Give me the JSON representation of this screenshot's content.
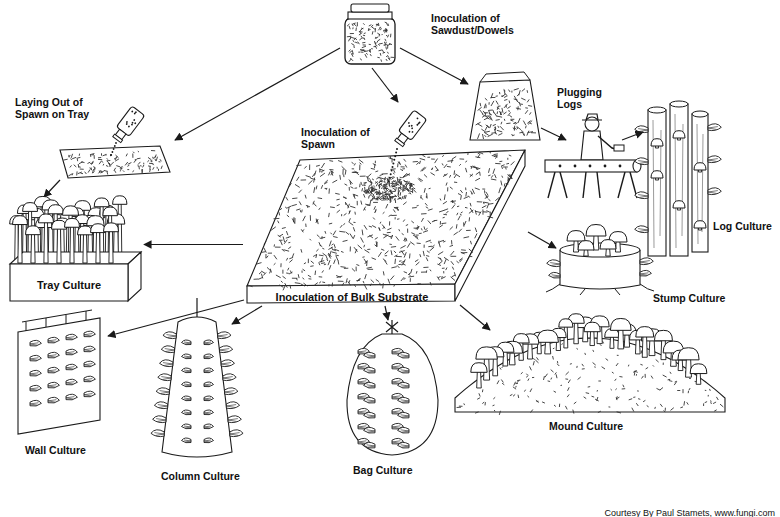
{
  "diagram": {
    "nodes": [
      {
        "text": [
          "Inoculation of Bulk Substrate"
        ]
      },
      {
        "text": [
          "Tray Culture"
        ]
      }
    ],
    "edges": [
      {
        "from": 0,
        "to": 1,
        "arrow": "to"
      }
    ],
    "labels": [
      "Inoculation of Sawdust/Dowels",
      "Plugging Logs",
      "Laying Out of Spawn on Tray",
      "Inoculation of Spawn",
      "Log Culture",
      "Stump Culture",
      "Mound Culture",
      "Wall Culture",
      "Bag Culture",
      "Column Culture",
      "Courtesy By Paul Stamets, www.fungi.com"
    ]
  }
}
